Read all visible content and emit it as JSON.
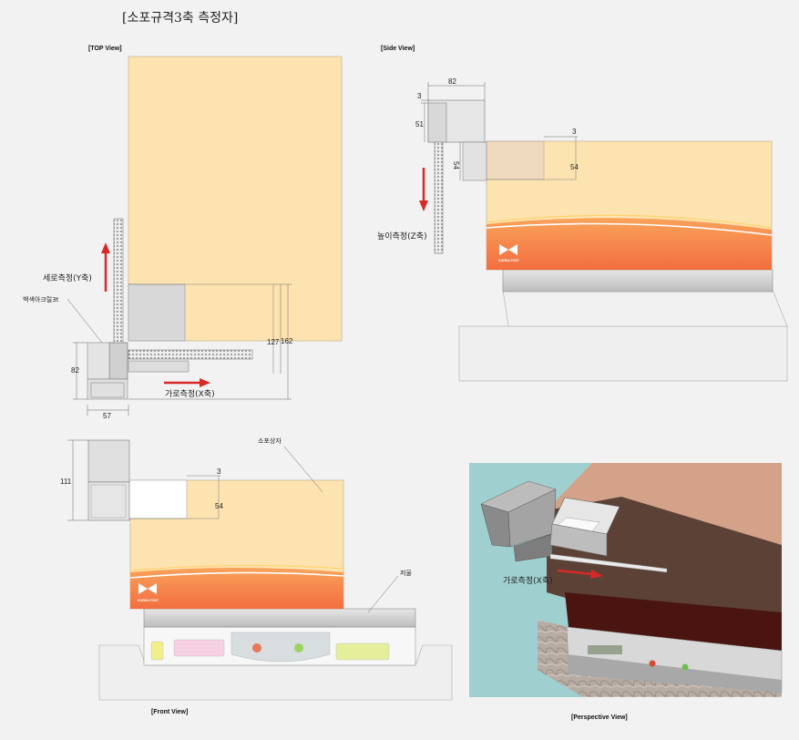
{
  "title": "[소포규격3축 측정자]",
  "views": {
    "top": "[TOP View]",
    "side": "[Side View]",
    "front": "[Front View]",
    "perspective": "[Perspective View]"
  },
  "top_view": {
    "y_axis_label": "세로측정(Y축)",
    "x_axis_label": "가로측정(X축)",
    "material_label": "백색아크릴3t",
    "dim_82": "82",
    "dim_57": "57",
    "dim_127": "127",
    "dim_162": "162"
  },
  "side_view": {
    "z_axis_label": "높이측정(Z축)",
    "dim_82": "82",
    "dim_3a": "3",
    "dim_51": "51",
    "dim_54v": "54",
    "dim_3b": "3",
    "dim_54": "54",
    "brand": "KOREA POST"
  },
  "front_view": {
    "box_label": "소포상자",
    "scale_label": "저울",
    "dim_111": "111",
    "dim_3": "3",
    "dim_54": "54",
    "brand": "KOREA POST"
  },
  "perspective_view": {
    "x_axis_label": "가로측정(X축)"
  },
  "colors": {
    "box_fill": "#fde3b0",
    "box_stripe": "#f57a48",
    "arrow_red": "#d92828",
    "device_gray": "#d6d6d6"
  }
}
